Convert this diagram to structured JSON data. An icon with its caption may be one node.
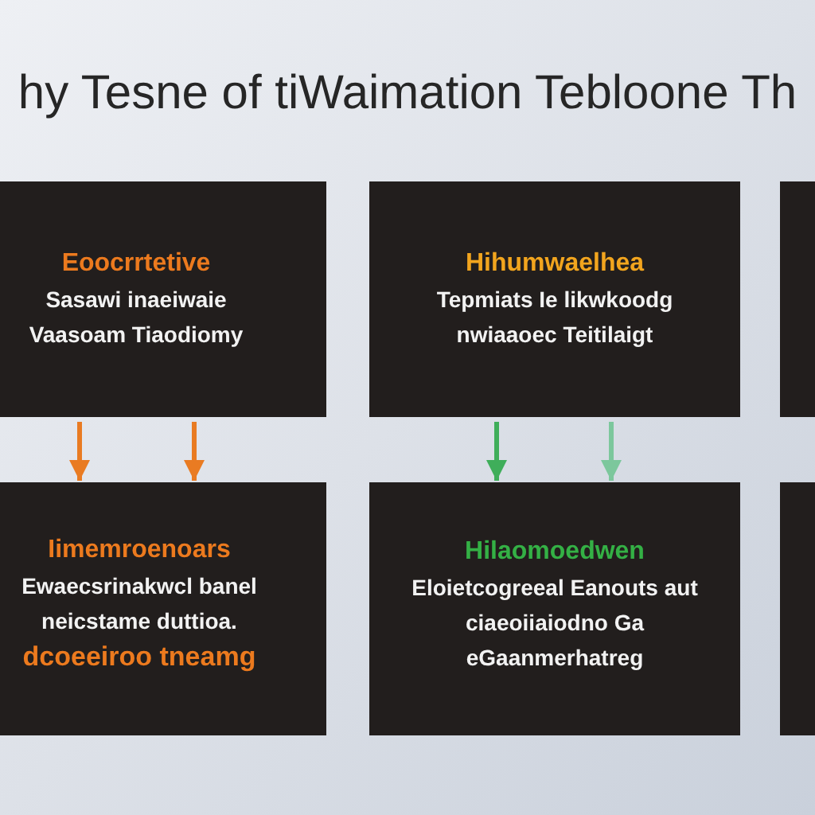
{
  "diagram": {
    "title": "hy Tesne of tiWaimation Tebloone Th",
    "nodes": [
      {
        "text": [
          "Eoocrrtetive",
          "Sasawi inaeiwaie Vaasoam Tiaodiomy"
        ]
      },
      {
        "text": [
          "Hihumwaelhea",
          "Tepmiats Ie likwkoodg nwiaaoec Teitilaigt"
        ]
      },
      {
        "text": [],
        "shape": "box"
      },
      {
        "text": [
          "Iimemroenoars",
          "Ewaecsrinakwcl banel neicstame duttioa.",
          "dcoeeiroo tneamg"
        ]
      },
      {
        "text": [
          "Hilaomoedwen",
          "Eloietcogreeal Eanouts aut ciaeoiiaiodno Ga eGaanmerhatreg"
        ]
      },
      {
        "text": [],
        "shape": "box"
      }
    ],
    "edges": [
      {
        "from": 0,
        "to": 3,
        "arrow": "to",
        "color": "#e97b22"
      },
      {
        "from": 0,
        "to": 3,
        "arrow": "to",
        "color": "#e97b22"
      },
      {
        "from": 1,
        "to": 4,
        "arrow": "to",
        "color": "#3fae5a"
      },
      {
        "from": 1,
        "to": 4,
        "arrow": "to",
        "color": "#7cc79c"
      }
    ]
  }
}
